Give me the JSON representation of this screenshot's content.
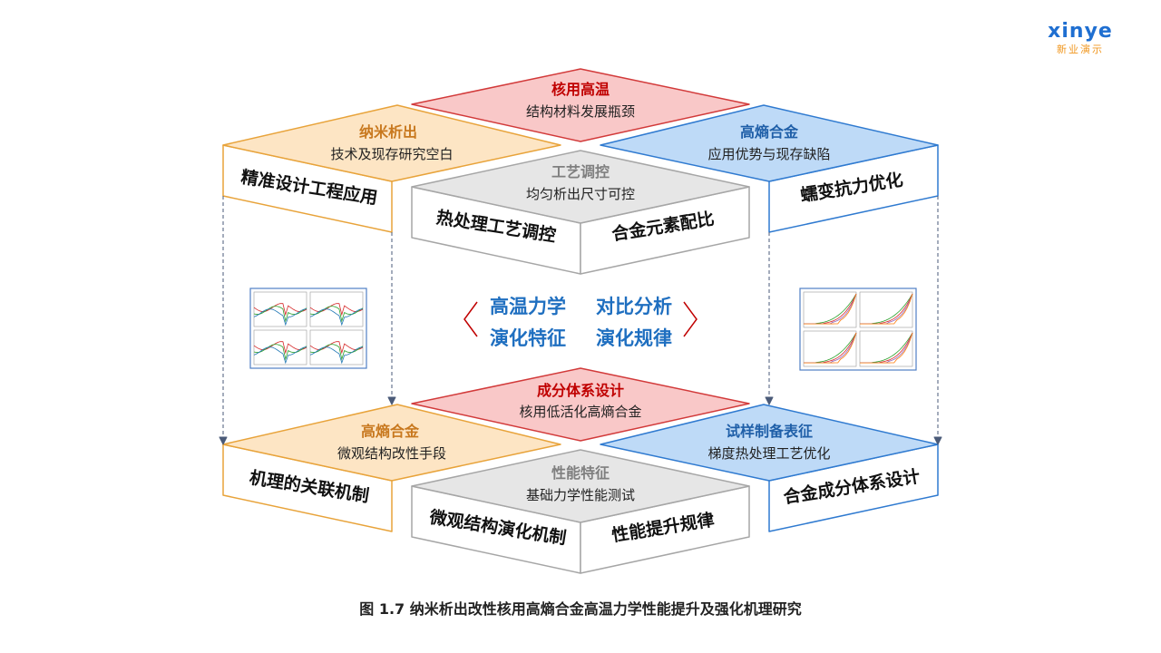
{
  "logo": {
    "wordmark": "xinye",
    "tagline": "新业演示"
  },
  "caption": "图 1.7 纳米析出改性核用高熵合金高温力学性能提升及强化机理研究",
  "center": {
    "lines": [
      [
        "高温力学",
        "对比分析"
      ],
      [
        "演化特征",
        "演化规律"
      ]
    ]
  },
  "top_group": {
    "red_top": {
      "title": "核用高温",
      "sub": "结构材料发展瓶颈"
    },
    "orange_top": {
      "title": "纳米析出",
      "sub": "技术及现存研究空白"
    },
    "blue_top": {
      "title": "高熵合金",
      "sub": "应用优势与现存缺陷"
    },
    "gray_top": {
      "title": "工艺调控",
      "sub": "均匀析出尺寸可控"
    },
    "orange_face": "精准设计工程应用",
    "gray_left_face": "热处理工艺调控",
    "gray_right_face": "合金元素配比",
    "blue_face": "蠕变抗力优化"
  },
  "bottom_group": {
    "red_top": {
      "title": "成分体系设计",
      "sub": "核用低活化高熵合金"
    },
    "orange_top": {
      "title": "高熵合金",
      "sub": "微观结构改性手段"
    },
    "blue_top": {
      "title": "试样制备表征",
      "sub": "梯度热处理工艺优化"
    },
    "gray_top": {
      "title": "性能特征",
      "sub": "基础力学性能测试"
    },
    "orange_face": "机理的关联机制",
    "gray_left_face": "微观结构演化机制",
    "gray_right_face": "性能提升规律",
    "blue_face": "合金成分体系设计"
  },
  "colors": {
    "red_fill": "#f9c8c8",
    "red_stroke": "#d23a3a",
    "red_title": "#c00000",
    "orange_fill": "#fde5c4",
    "orange_stroke": "#e8a33a",
    "orange_title": "#c8781e",
    "blue_fill": "#bedaf7",
    "blue_stroke": "#2f7ad0",
    "blue_title": "#1f5fa8",
    "gray_fill": "#e6e6e6",
    "gray_stroke": "#a6a6a6",
    "gray_title": "#7f7f7f",
    "center_text": "#1f6fc0",
    "bracket": "#c00000"
  }
}
